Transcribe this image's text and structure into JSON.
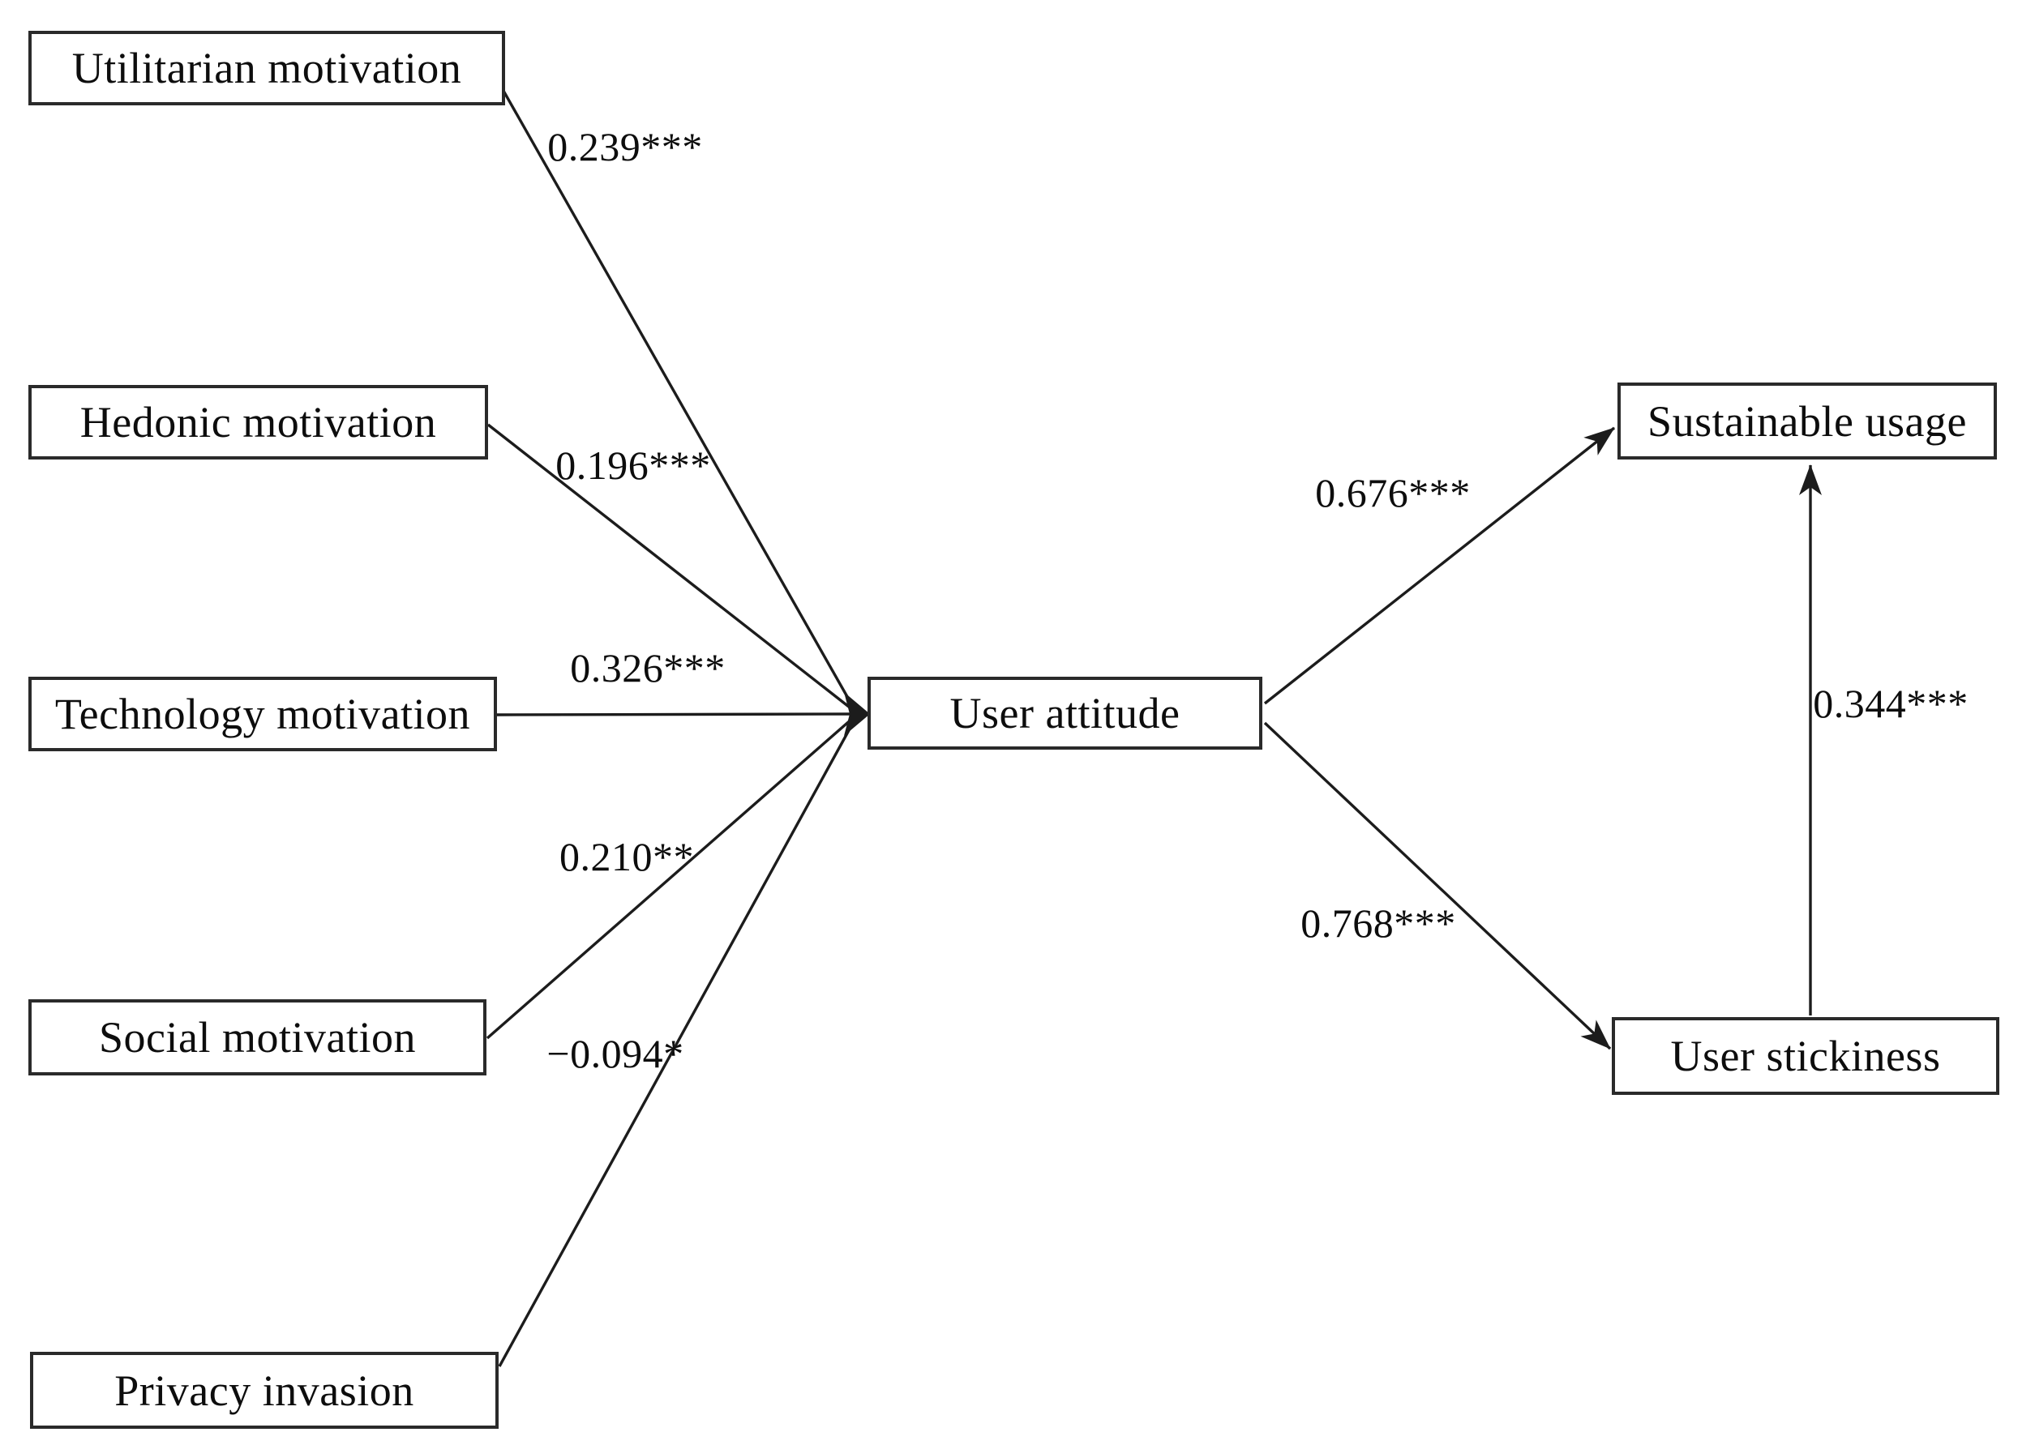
{
  "diagram": {
    "type": "structural-path-model",
    "nodes": {
      "utilitarian": {
        "label": "Utilitarian motivation"
      },
      "hedonic": {
        "label": "Hedonic motivation"
      },
      "technology": {
        "label": "Technology motivation"
      },
      "social": {
        "label": "Social motivation"
      },
      "privacy": {
        "label": "Privacy invasion"
      },
      "attitude": {
        "label": "User attitude"
      },
      "sustainable": {
        "label": "Sustainable usage"
      },
      "stickiness": {
        "label": "User stickiness"
      }
    },
    "edges": [
      {
        "from": "Utilitarian motivation",
        "to": "User attitude",
        "label": "0.239***"
      },
      {
        "from": "Hedonic motivation",
        "to": "User attitude",
        "label": "0.196***"
      },
      {
        "from": "Technology motivation",
        "to": "User attitude",
        "label": "0.326***"
      },
      {
        "from": "Social motivation",
        "to": "User attitude",
        "label": "0.210**"
      },
      {
        "from": "Privacy invasion",
        "to": "User attitude",
        "label": "−0.094*"
      },
      {
        "from": "User attitude",
        "to": "Sustainable usage",
        "label": "0.676***"
      },
      {
        "from": "User attitude",
        "to": "User stickiness",
        "label": "0.768***"
      },
      {
        "from": "User stickiness",
        "to": "Sustainable usage",
        "label": "0.344***"
      }
    ],
    "colors": {
      "line": "#1c1c1c",
      "box_border": "#2a2a2a",
      "text": "#0d0d0d",
      "background": "#ffffff"
    }
  }
}
